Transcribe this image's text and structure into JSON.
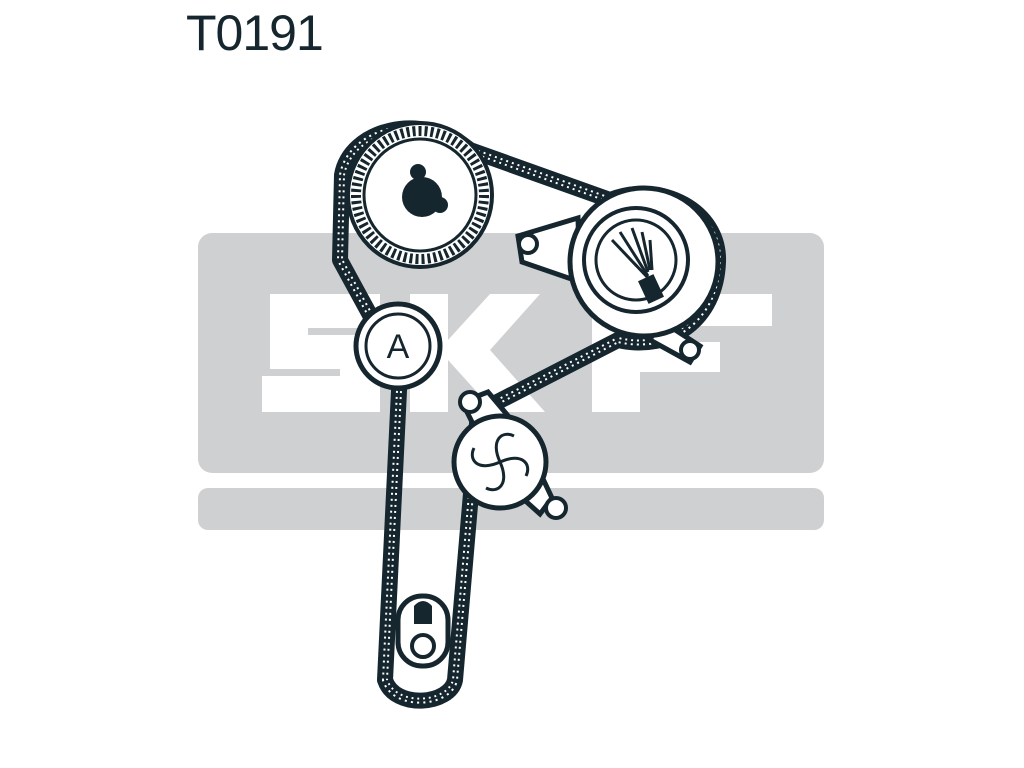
{
  "title": "T0191",
  "pulleys": {
    "idler_label": "A"
  },
  "colors": {
    "ink": "#16262e",
    "watermark": "#cfd0d2",
    "background": "#ffffff"
  },
  "watermark_brand": "SKF"
}
